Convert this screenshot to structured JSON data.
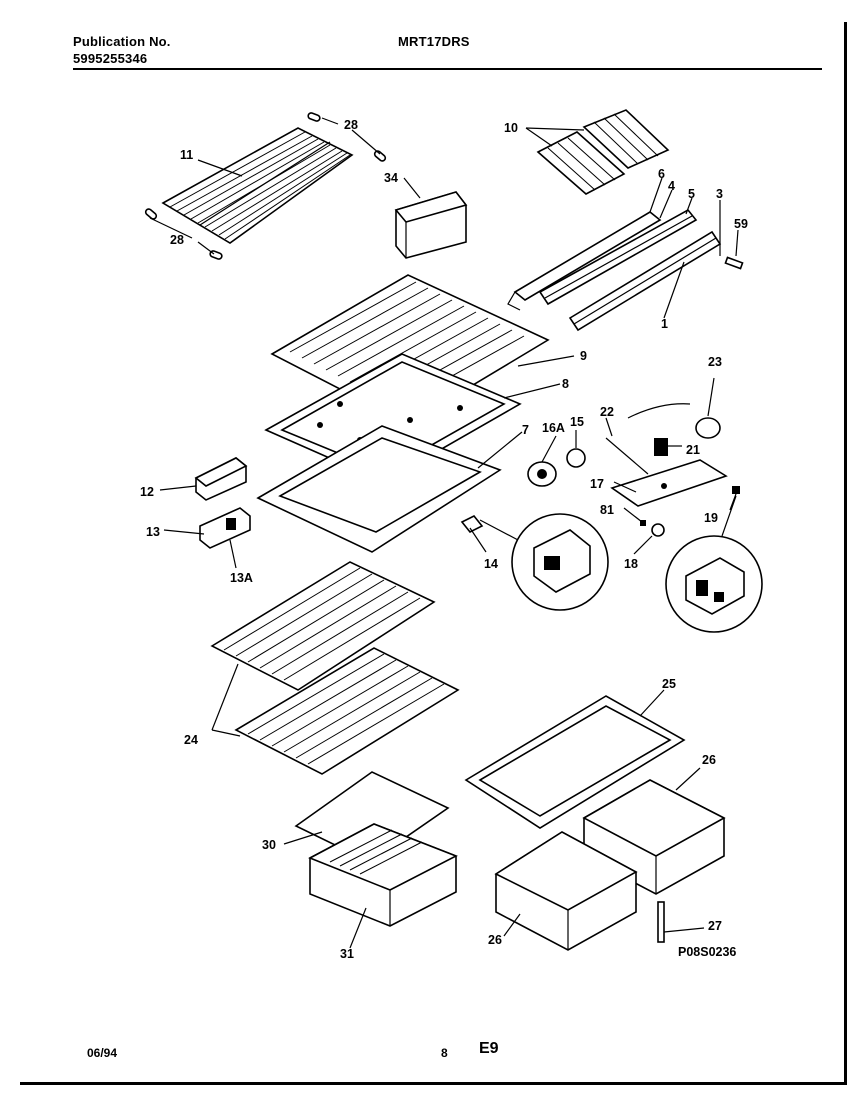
{
  "header": {
    "publication_label": "Publication No.",
    "publication_number": "5995255346",
    "model": "MRT17DRS"
  },
  "footer": {
    "date": "06/94",
    "page": "8",
    "section": "E9"
  },
  "drawing_code": "P08S0236",
  "callouts": {
    "c1": "1",
    "c3": "3",
    "c4": "4",
    "c5": "5",
    "c6": "6",
    "c7": "7",
    "c8": "8",
    "c9": "9",
    "c10": "10",
    "c11": "11",
    "c12": "12",
    "c13": "13",
    "c13a": "13A",
    "c14": "14",
    "c15": "15",
    "c16a": "16A",
    "c17": "17",
    "c18": "18",
    "c19": "19",
    "c21": "21",
    "c22": "22",
    "c23": "23",
    "c24": "24",
    "c25": "25",
    "c26a": "26",
    "c26b": "26",
    "c27": "27",
    "c28a": "28",
    "c28b": "28",
    "c30": "30",
    "c31": "31",
    "c34": "34",
    "c59": "59",
    "c81": "81"
  }
}
